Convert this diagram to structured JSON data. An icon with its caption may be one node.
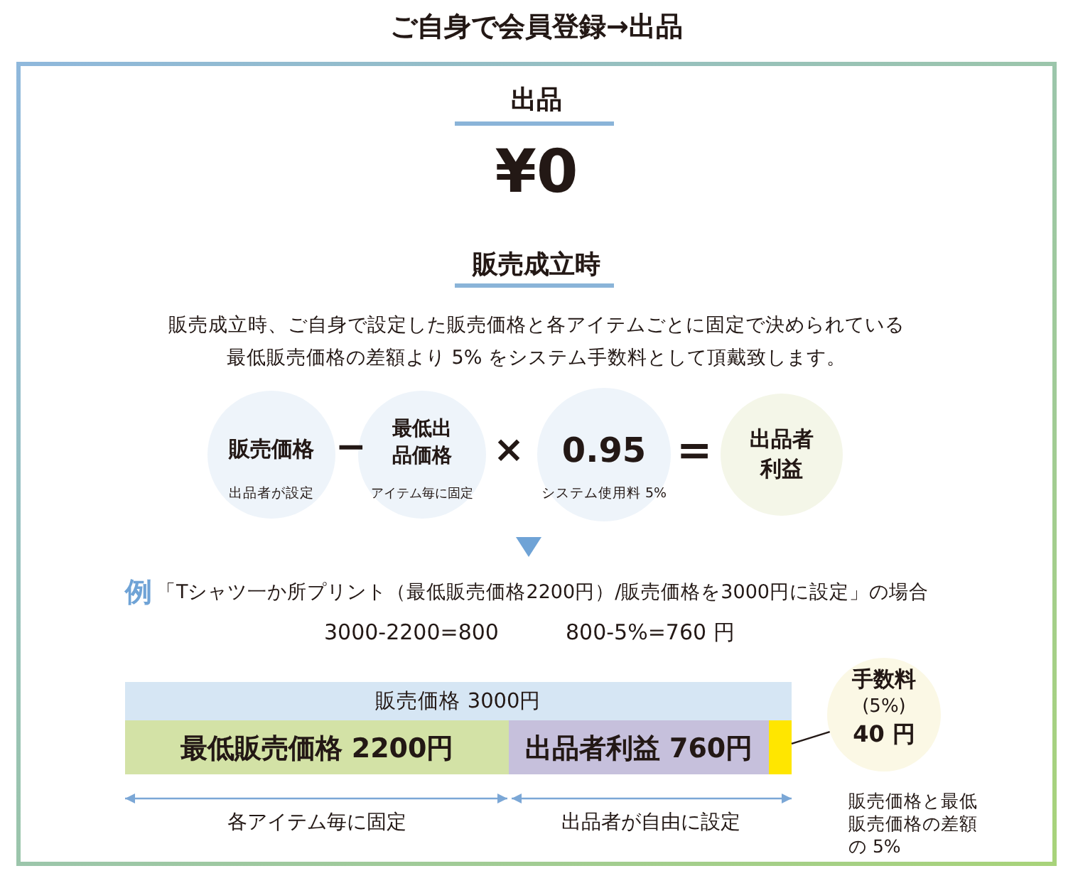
{
  "diagram": {
    "title": "ご自身で会員登録→出品",
    "nodes": [
      {
        "text": [
          "販売価格",
          "出品者が設定"
        ]
      },
      {
        "text": [
          "最低出品価格",
          "アイテム毎に固定"
        ]
      },
      {
        "text": [
          "0.95",
          "システム使用料 5%"
        ]
      },
      {
        "text": [
          "出品者利益"
        ]
      },
      {
        "text": [
          "販売価格 3000円"
        ]
      },
      {
        "text": [
          "最低販売価格 2200円"
        ]
      },
      {
        "text": [
          "出品者利益 760円"
        ]
      },
      {
        "text": [],
        "shape": "bar"
      },
      {
        "text": [
          "手数料",
          "(5%)",
          "40 円"
        ],
        "beside": [
          "販売価格と最低販売価格の差額の 5%"
        ]
      }
    ],
    "edges": [
      {
        "from": 8,
        "to": 7,
        "arrow": "none"
      }
    ],
    "labels": [
      "出品",
      "¥0",
      "販売成立時",
      "販売成立時、ご自身で設定した販売価格と各アイテムごとに固定で決められている最低販売価格の差額より 5% をシステム手数料として頂戴致します。",
      "−",
      "×",
      "=",
      "例",
      "「Tシャツ一か所プリント（最低販売価格2200円）/販売価格を3000円に設定」の場合",
      "3000-2200=800",
      "800-5%=760 円",
      "各アイテム毎に固定",
      "出品者が自由に設定"
    ]
  }
}
